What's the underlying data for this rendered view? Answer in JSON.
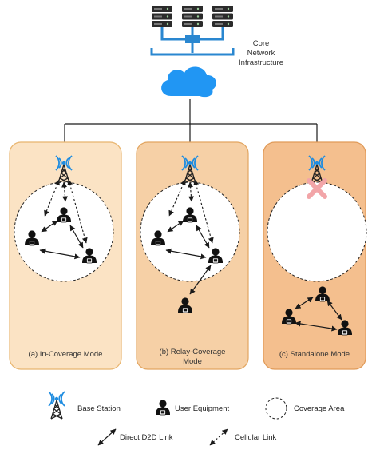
{
  "core": {
    "label_line1": "Core",
    "label_line2": "Network",
    "label_line3": "Infrastructure",
    "server_icon": "server-rack-icon",
    "cloud_icon": "cloud-icon"
  },
  "colors": {
    "panel_a_fill": "#fbe3c4",
    "panel_a_stroke": "#e8b46d",
    "panel_b_fill": "#f6d0a6",
    "panel_b_stroke": "#e2a560",
    "panel_c_fill": "#f4bf8e",
    "panel_c_stroke": "#e09a58",
    "cloud": "#2196f3",
    "pipe": "#2a87d0",
    "waves": "#1e8ce0",
    "cross": "#f2a5a8"
  },
  "panels": {
    "a": {
      "label": "(a) In-Coverage Mode"
    },
    "b": {
      "label_line1": "(b) Relay-Coverage",
      "label_line2": "Mode"
    },
    "c": {
      "label": "(c) Standalone Mode"
    }
  },
  "legend": {
    "base_station": "Base Station",
    "user_equipment": "User Equipment",
    "coverage_area": "Coverage Area",
    "direct_link": "Direct D2D Link",
    "cellular_link": "Cellular Link"
  }
}
